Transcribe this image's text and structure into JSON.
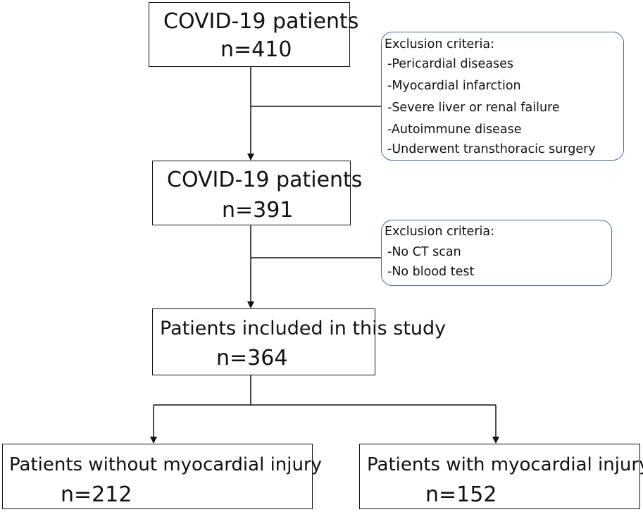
{
  "boxes": {
    "initial": {
      "title": "COVID-19 patients",
      "count": "n=410"
    },
    "after_first": {
      "title": "COVID-19 patients",
      "count": "n=391"
    },
    "included": {
      "title": "Patients included in this study",
      "count": "n=364"
    },
    "without_injury": {
      "title": "Patients without myocardial injury",
      "count": "n=212"
    },
    "with_injury": {
      "title": "Patients with myocardial injury",
      "count": "n=152"
    }
  },
  "exclusions": {
    "first": {
      "heading": "Exclusion criteria:",
      "items": [
        "-Pericardial diseases",
        "-Myocardial infarction",
        "-Severe liver or renal failure",
        "-Autoimmune disease",
        "-Underwent transthoracic surgery"
      ]
    },
    "second": {
      "heading": "Exclusion criteria:",
      "items": [
        "-No CT scan",
        "-No blood test"
      ]
    }
  }
}
